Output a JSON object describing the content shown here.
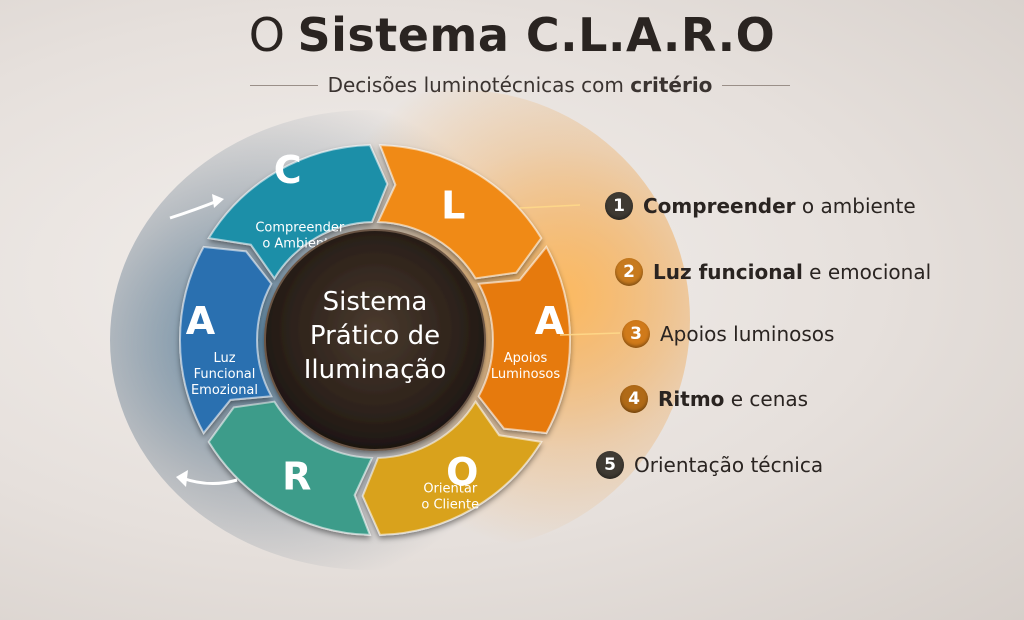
{
  "header": {
    "title_prefix": "O",
    "title_main": "Sistema C.L.A.R.O",
    "subtitle_text": "Decisões luminotécnicas com",
    "subtitle_bold": "critério"
  },
  "wheel": {
    "center_lines": [
      "Sistema",
      "Prático de",
      "Iluminação"
    ],
    "segments": [
      {
        "letter": "C",
        "label_lines": [
          "Compreender",
          "o Ambiente"
        ],
        "color": "#1f8fa8"
      },
      {
        "letter": "L",
        "label_lines": [],
        "color": "#f08a12"
      },
      {
        "letter": "A",
        "label_lines": [
          "Apoios",
          "Luminosos"
        ],
        "color": "#e67a10"
      },
      {
        "letter": "O",
        "label_lines": [
          "Orientar",
          "o Cliente"
        ],
        "color": "#d9a21e"
      },
      {
        "letter": "R",
        "label_lines": [],
        "color": "#3c9c8a"
      },
      {
        "letter": "A",
        "label_lines": [
          "Luz",
          "Funcional",
          "Emozional"
        ],
        "color": "#2a6fb0"
      }
    ]
  },
  "steps": [
    {
      "num": "1",
      "bold": "Compreender",
      "rest": " o ambiente",
      "color": "#3f3a33"
    },
    {
      "num": "2",
      "bold": "Luz funcional",
      "rest": " e emocional",
      "color": "#c77a1e"
    },
    {
      "num": "3",
      "bold": "",
      "rest": "Apoios luminosos",
      "color": "#d07a1a"
    },
    {
      "num": "4",
      "bold": "Ritmo",
      "rest": " e cenas",
      "color": "#b06a17"
    },
    {
      "num": "5",
      "bold": "",
      "rest": "Orientação técnica",
      "color": "#3f3a33"
    }
  ]
}
